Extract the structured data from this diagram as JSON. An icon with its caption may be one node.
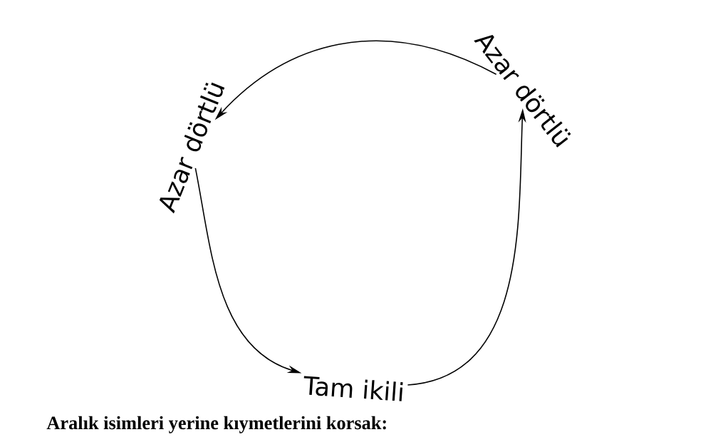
{
  "diagram": {
    "nodes": [
      {
        "text": [
          "Azar dörtlü"
        ]
      },
      {
        "text": [
          "Azar dörtlü"
        ]
      },
      {
        "text": [
          "Tam ikili"
        ]
      }
    ],
    "edges": [
      {
        "from": 0,
        "to": 1,
        "arrow": "to"
      },
      {
        "from": 1,
        "to": 2,
        "arrow": "to"
      },
      {
        "from": 2,
        "to": 0,
        "arrow": "to"
      }
    ],
    "labels": [
      "Aralık isimleri yerine kıymetlerini korsak:"
    ]
  }
}
